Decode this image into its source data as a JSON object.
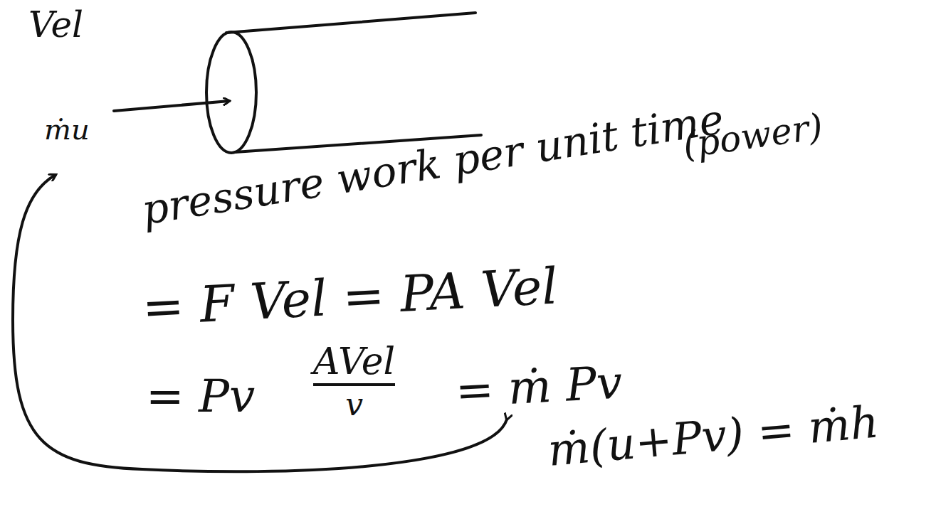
{
  "diagram": {
    "labels": [
      "Vel",
      "ṁu",
      "pressure work per unit time",
      "(power)",
      "= F Vel = PA Vel",
      "= Pv",
      "AVel",
      "v",
      "= ṁ Pv",
      "ṁ(u+Pv) = ṁh"
    ]
  }
}
